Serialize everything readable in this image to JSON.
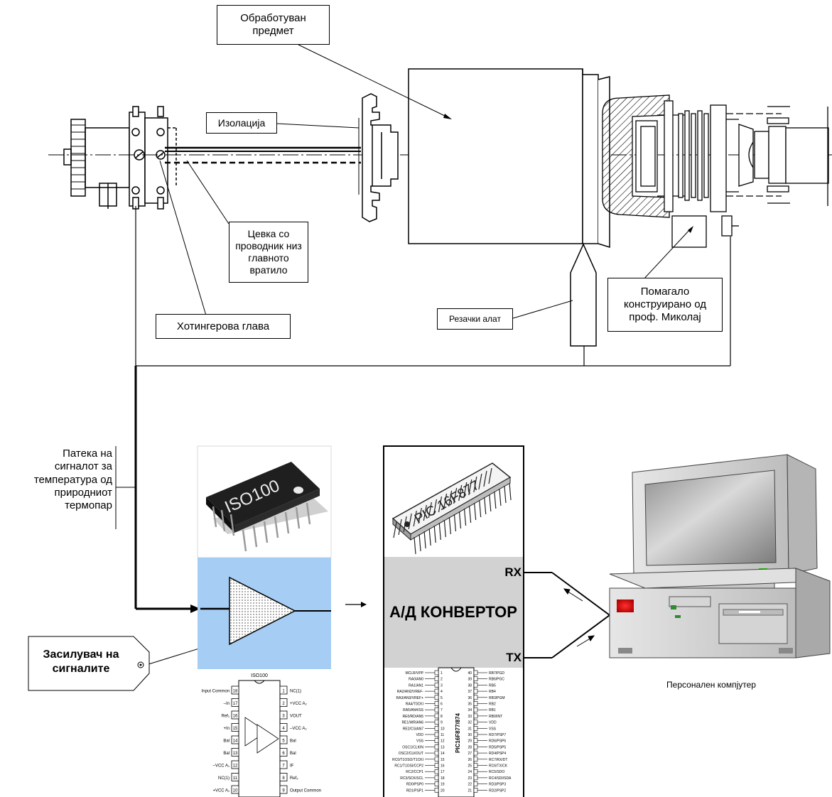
{
  "labels": {
    "workpiece": "Обработуван предмет",
    "insulation": "Изолација",
    "tube": "Цевка со проводник низ главното вратило",
    "hottinger": "Хотингерова глава",
    "cutting_tool": "Резачки алат",
    "fixture": "Помагало конструирано од проф. Миколај",
    "signal_path": "Патека на сигналот за температура од природниот термопар",
    "amplifier": "Засилувач на сигналите",
    "adc": "А/Д КОНВЕРТОР",
    "rx": "RX",
    "tx": "TX",
    "pc": "Персонален компјутер",
    "iso_chip": "ISO100",
    "pic_chip": "PIC 16F877"
  },
  "iso_pinout": {
    "title": "ISO100",
    "left_pins": [
      {
        "name": "Input Common",
        "num": "18"
      },
      {
        "name": "–In",
        "num": "17"
      },
      {
        "name": "Ref₁",
        "num": "16"
      },
      {
        "name": "+In",
        "num": "15"
      },
      {
        "name": "Bal",
        "num": "14"
      },
      {
        "name": "Bal",
        "num": "13"
      },
      {
        "name": "–VCC A₁",
        "num": "12"
      },
      {
        "name": "NC(1)",
        "num": "11"
      },
      {
        "name": "+VCC A₁",
        "num": "10"
      }
    ],
    "right_pins": [
      {
        "name": "NC(1)",
        "num": "1"
      },
      {
        "name": "+VCC A₂",
        "num": "2"
      },
      {
        "name": "VOUT",
        "num": "3"
      },
      {
        "name": "–VCC A₂",
        "num": "4"
      },
      {
        "name": "Bal",
        "num": "5"
      },
      {
        "name": "Bal",
        "num": "6"
      },
      {
        "name": "IF",
        "num": "7"
      },
      {
        "name": "Ref₂",
        "num": "8"
      },
      {
        "name": "Output Common",
        "num": "9"
      }
    ]
  },
  "pic_pinout": {
    "chip_label": "PIC16F877/874",
    "left_pins": [
      {
        "name": "MCLR/VPP",
        "num": "1"
      },
      {
        "name": "RA0/AN0",
        "num": "2"
      },
      {
        "name": "RA1/AN1",
        "num": "3"
      },
      {
        "name": "RA2/AN2/VREF-",
        "num": "4"
      },
      {
        "name": "RA3/AN3/VREF+",
        "num": "5"
      },
      {
        "name": "RA4/T0CKI",
        "num": "6"
      },
      {
        "name": "RA5/AN4/SS",
        "num": "7"
      },
      {
        "name": "RE0/RD/AN5",
        "num": "8"
      },
      {
        "name": "RE1/WR/AN6",
        "num": "9"
      },
      {
        "name": "RE2/CS/AN7",
        "num": "10"
      },
      {
        "name": "VDD",
        "num": "11"
      },
      {
        "name": "VSS",
        "num": "12"
      },
      {
        "name": "OSC1/CLKIN",
        "num": "13"
      },
      {
        "name": "OSC2/CLKOUT",
        "num": "14"
      },
      {
        "name": "RC0/T1OSO/T1CKI",
        "num": "15"
      },
      {
        "name": "RC1/T1OSI/CCP2",
        "num": "16"
      },
      {
        "name": "RC2/CCP1",
        "num": "17"
      },
      {
        "name": "RC3/SCK/SCL",
        "num": "18"
      },
      {
        "name": "RD0/PSP0",
        "num": "19"
      },
      {
        "name": "RD1/PSP1",
        "num": "20"
      }
    ],
    "right_pins": [
      {
        "name": "RB7/PGD",
        "num": "40"
      },
      {
        "name": "RB6/PGC",
        "num": "39"
      },
      {
        "name": "RB5",
        "num": "38"
      },
      {
        "name": "RB4",
        "num": "37"
      },
      {
        "name": "RB3/PGM",
        "num": "36"
      },
      {
        "name": "RB2",
        "num": "35"
      },
      {
        "name": "RB1",
        "num": "34"
      },
      {
        "name": "RB0/INT",
        "num": "33"
      },
      {
        "name": "VDD",
        "num": "32"
      },
      {
        "name": "VSS",
        "num": "31"
      },
      {
        "name": "RD7/PSP7",
        "num": "30"
      },
      {
        "name": "RD6/PSP6",
        "num": "29"
      },
      {
        "name": "RD5/PSP5",
        "num": "28"
      },
      {
        "name": "RD4/PSP4",
        "num": "27"
      },
      {
        "name": "RC7/RX/DT",
        "num": "26"
      },
      {
        "name": "RC6/TX/CK",
        "num": "25"
      },
      {
        "name": "RC5/SDO",
        "num": "24"
      },
      {
        "name": "RC4/SDI/SDA",
        "num": "23"
      },
      {
        "name": "RD3/PSP3",
        "num": "22"
      },
      {
        "name": "RD2/PSP2",
        "num": "21"
      }
    ]
  }
}
